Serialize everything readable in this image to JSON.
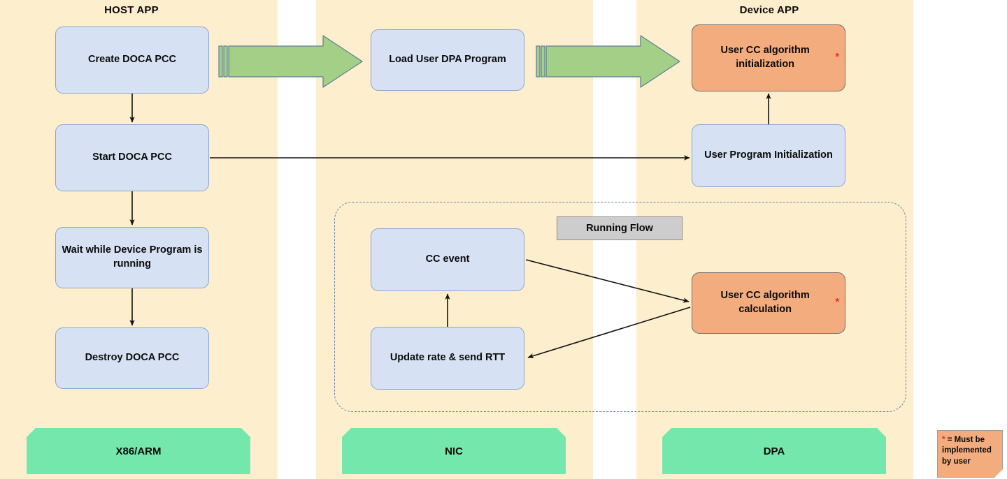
{
  "lanes": [
    {
      "title": "HOST APP",
      "platform": "X86/ARM"
    },
    {
      "title": "",
      "platform": "NIC"
    },
    {
      "title": "Device APP",
      "platform": "DPA"
    }
  ],
  "boxes": {
    "create_pcc": "Create DOCA PCC",
    "start_pcc": "Start DOCA PCC",
    "wait_device": "Wait while Device Program is running",
    "destroy_pcc": "Destroy DOCA PCC",
    "load_dpa": "Load User DPA Program",
    "cc_event": "CC event",
    "update_rate": "Update rate & send RTT",
    "user_init": "User CC algorithm initialization",
    "user_calc": "User CC algorithm calculation",
    "user_prog_init": "User Program Initialization",
    "star_marker": "*"
  },
  "group": {
    "running_flow_label": "Running Flow"
  },
  "legend": {
    "marker": "*",
    "text": "= Must be implemented by user"
  },
  "colors": {
    "lane_background": "#fdeecd",
    "box_blue_fill": "#d7e1f4",
    "box_blue_border": "#8ba5cd",
    "box_orange_fill": "#f2ac7d",
    "box_orange_border": "#6f6f6f",
    "platform_green": "#74e8ac",
    "arrow_green_fill": "#a3cf86",
    "arrow_green_border": "#5b7f9a",
    "group_dash_border": "#6f7fa8",
    "running_flow_fill": "#cdcdcd",
    "star_red": "#ff2020",
    "text": "#0a0a0a",
    "canvas": "#ffffff"
  }
}
